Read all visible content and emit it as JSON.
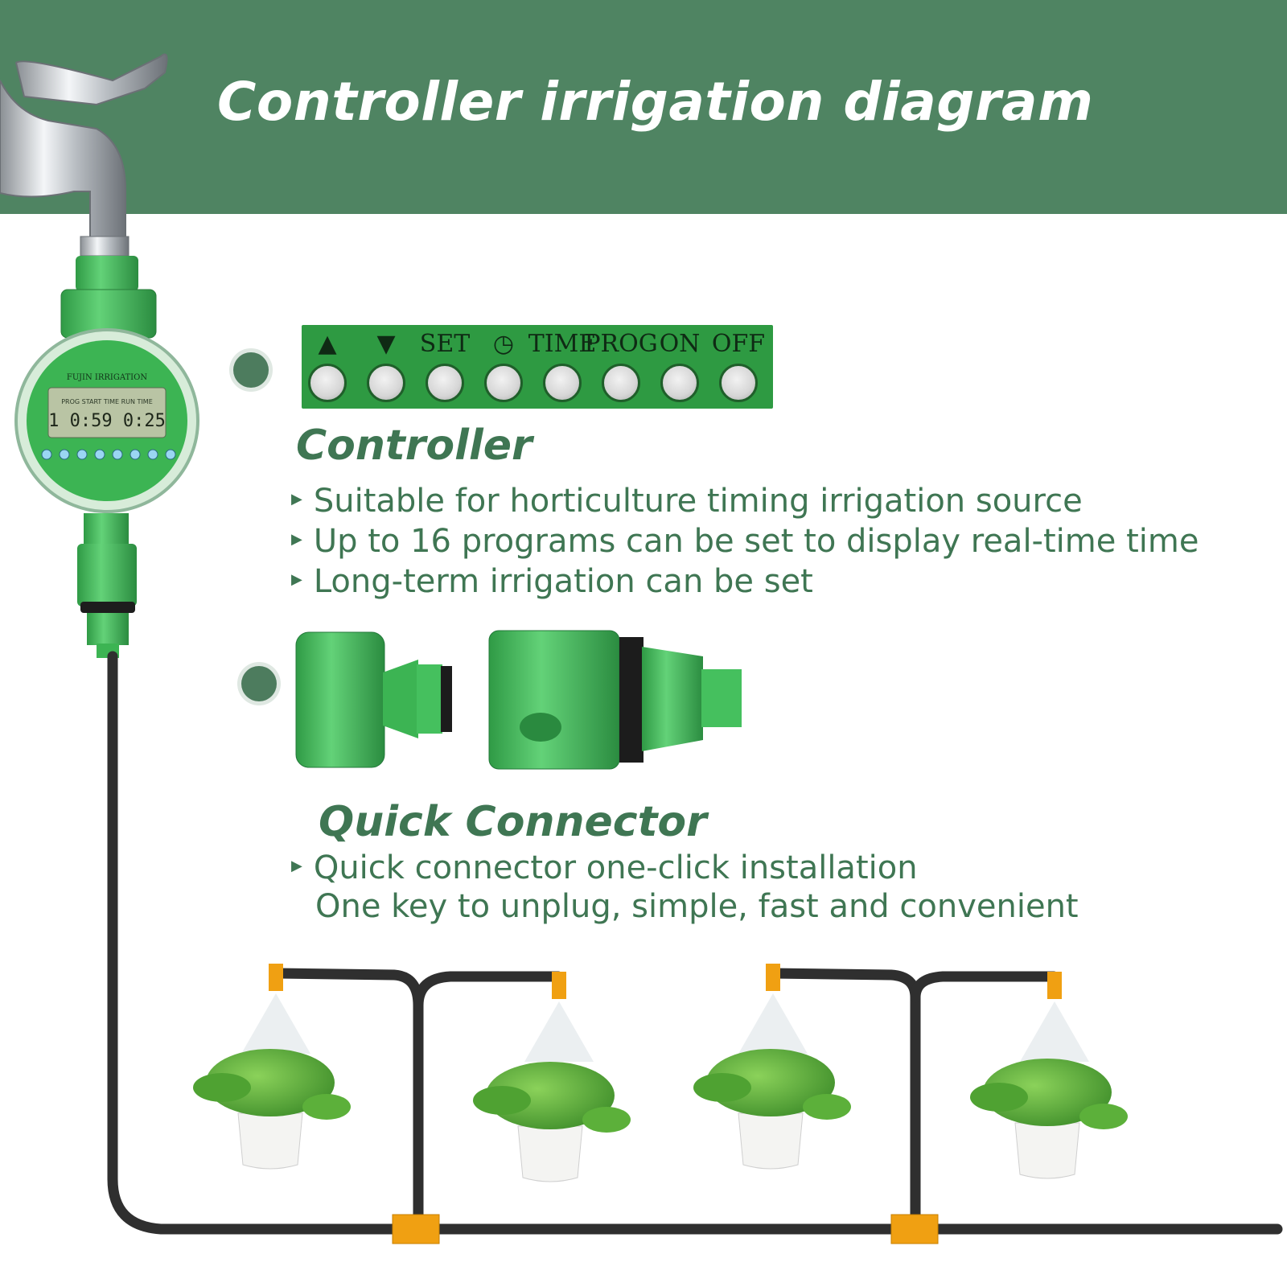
{
  "header": {
    "title": "Controller irrigation diagram"
  },
  "controller_panel": {
    "labels": [
      "▲",
      "▼",
      "SET",
      "◷",
      "TIME",
      "PROG",
      "ON",
      "OFF"
    ]
  },
  "device_lcd": {
    "brand": "FUJIN IRRIGATION",
    "headers": "PROG  START TIME  RUN TIME",
    "readout": "1  0:59  0:25"
  },
  "controller": {
    "title": "Controller",
    "bullets": [
      "Suitable for horticulture timing irrigation source",
      "Up to 16 programs can be set to display real-time time",
      "Long-term irrigation can be set"
    ]
  },
  "connector": {
    "title": "Quick Connector",
    "bullets": [
      "Quick connector one-click installation",
      "One key to unplug, simple, fast and convenient"
    ]
  },
  "icons": [
    "faucet-icon",
    "irrigation-timer-icon",
    "quick-connector-icon",
    "potted-plant-icon",
    "sprayer-nozzle-icon"
  ],
  "colors": {
    "banner": "#4f8462",
    "text_green": "#3f7653",
    "device_green": "#3cb453",
    "fitting_orange": "#f0a012",
    "hose": "#2f2f2f"
  }
}
